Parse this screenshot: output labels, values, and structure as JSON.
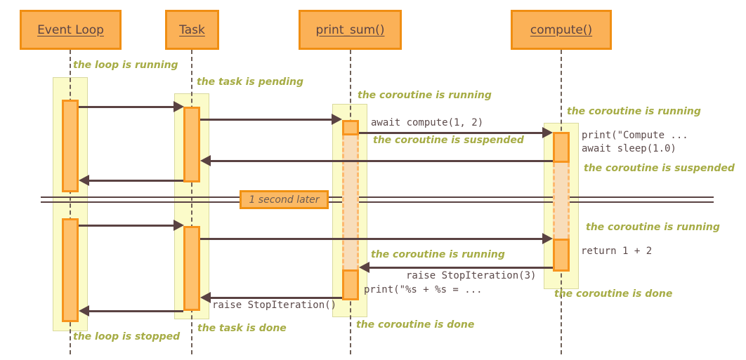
{
  "diagram": {
    "title_hint": "asyncio sequence diagram",
    "participants": [
      {
        "id": "event-loop",
        "label": "Event Loop"
      },
      {
        "id": "task",
        "label": "Task"
      },
      {
        "id": "print-sum",
        "label": "print_sum()"
      },
      {
        "id": "compute",
        "label": "compute()"
      }
    ],
    "notes": [
      {
        "id": "loop-running",
        "text": "the loop is running"
      },
      {
        "id": "task-pending",
        "text": "the task is pending"
      },
      {
        "id": "print-sum-running-1",
        "text": "the coroutine is running"
      },
      {
        "id": "compute-running-1",
        "text": "the coroutine is running"
      },
      {
        "id": "print-sum-suspended",
        "text": "the coroutine is suspended"
      },
      {
        "id": "compute-suspended",
        "text": "the coroutine is suspended"
      },
      {
        "id": "compute-running-2",
        "text": "the coroutine is running"
      },
      {
        "id": "print-sum-running-2",
        "text": "the coroutine is running"
      },
      {
        "id": "compute-done",
        "text": "the coroutine is done"
      },
      {
        "id": "print-sum-done",
        "text": "the coroutine is done"
      },
      {
        "id": "task-done",
        "text": "the task is done"
      },
      {
        "id": "loop-stopped",
        "text": "the loop is stopped"
      }
    ],
    "code_labels": [
      {
        "id": "await-compute",
        "text": "await compute(1, 2)"
      },
      {
        "id": "print-compute",
        "text": "print(\"Compute ..."
      },
      {
        "id": "await-sleep",
        "text": "await sleep(1.0)"
      },
      {
        "id": "return-1-2",
        "text": "return 1 + 2"
      },
      {
        "id": "raise-stopiteration-3",
        "text": "raise StopIteration(3)"
      },
      {
        "id": "print-format",
        "text": "print(\"%s + %s = ..."
      },
      {
        "id": "raise-stopiteration",
        "text": "raise StopIteration()"
      }
    ],
    "divider": {
      "label": "1 second later"
    },
    "colors": {
      "participant_fill": "#FBB157",
      "participant_border": "#F08E12",
      "activation_fill": "#FEC16D",
      "activation_border": "#F7941D",
      "suspended_fill": "#F8DDBA",
      "suspended_border": "#FDB96E",
      "activity_band_fill": "#FBFBC9",
      "activity_band_border": "#D9D99F",
      "arrow": "#5A4242",
      "note_text": "#A6AC45",
      "code_text": "#5C4A4A",
      "header_text": "#5C4444"
    }
  }
}
